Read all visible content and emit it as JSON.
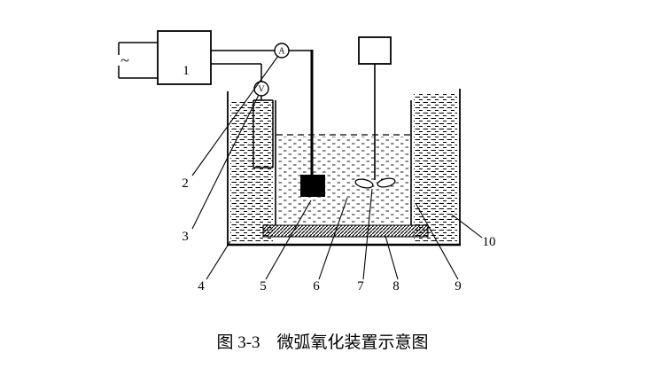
{
  "figure": {
    "caption": "图 3-3　微弧氧化装置示意图",
    "ac_symbol": "~",
    "meters": {
      "ammeter": "A",
      "voltmeter": "V"
    },
    "labels": {
      "n1": "1",
      "n2": "2",
      "n3": "3",
      "n4": "4",
      "n5": "5",
      "n6": "6",
      "n7": "7",
      "n8": "8",
      "n9": "9",
      "n10": "10"
    }
  }
}
